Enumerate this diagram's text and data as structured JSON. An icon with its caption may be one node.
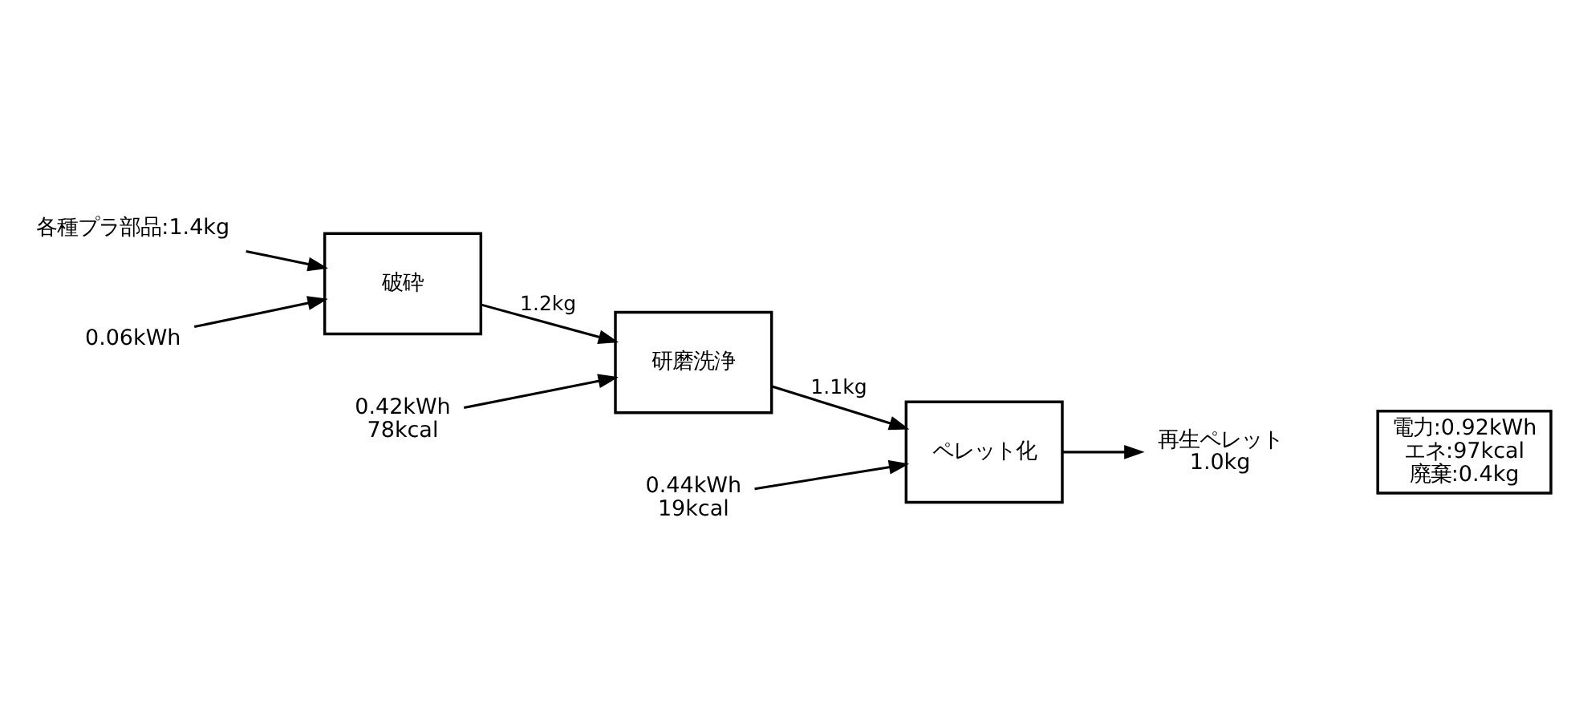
{
  "diagram": {
    "nodes": [
      {
        "text": [
          "各種プラ部品:1.4kg"
        ]
      },
      {
        "text": [
          "破砕"
        ]
      },
      {
        "text": [
          "研磨洗浄"
        ]
      },
      {
        "text": [
          "ペレット化"
        ]
      },
      {
        "text": [
          "再生ペレット",
          "1.0kg"
        ]
      },
      {
        "text": [
          "0.06kWh"
        ]
      },
      {
        "text": [
          "0.42kWh",
          "78kcal"
        ]
      },
      {
        "text": [
          "0.44kWh",
          "19kcal"
        ]
      },
      {
        "text": [
          "電力:0.92kWh",
          "エネ:97kcal",
          "廃棄:0.4kg"
        ]
      }
    ],
    "edges": [
      {
        "from": 0,
        "to": 1,
        "arrow": "to"
      },
      {
        "from": 1,
        "to": 2,
        "arrow": "to",
        "label": "1.2kg"
      },
      {
        "from": 2,
        "to": 3,
        "arrow": "to",
        "label": "1.1kg"
      },
      {
        "from": 3,
        "to": 4,
        "arrow": "to"
      },
      {
        "from": 5,
        "to": 1,
        "arrow": "to"
      },
      {
        "from": 6,
        "to": 2,
        "arrow": "to"
      },
      {
        "from": 7,
        "to": 3,
        "arrow": "to"
      }
    ]
  }
}
